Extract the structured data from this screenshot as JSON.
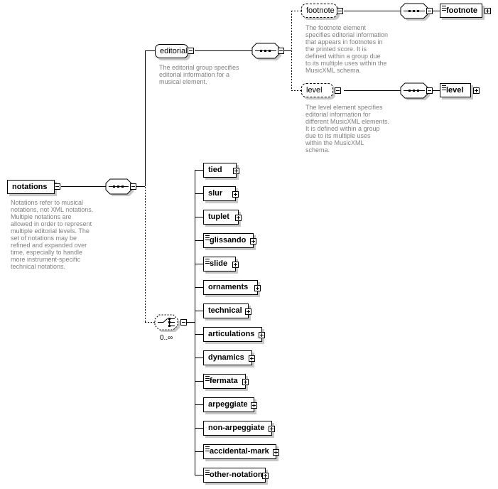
{
  "root": {
    "label": "notations",
    "doc": "Notations refer to musical\nnotations, not XML notations.\nMultiple notations are\nallowed in order to represent\nmultiple editorial levels. The\nset of notations may be\nrefined and expanded over\ntime, especially to handle\nmore instrument-specific\ntechnical notations."
  },
  "editorial": {
    "label": "editorial",
    "doc": "The editorial group specifies\neditorial information for a\nmusical element."
  },
  "footnote": {
    "label": "footnote",
    "doc": "The footnote element\nspecifies editorial information\nthat appears in footnotes in\nthe printed score. It is\ndefined within a group due\nto its multiple uses within the\nMusicXML schema.",
    "target": "footnote"
  },
  "level": {
    "label": "level",
    "doc": "The level element specifies\neditorial information for\ndifferent MusicXML elements.\nIt is defined within a group\ndue to its multiple uses\nwithin the MusicXML\nschema.",
    "target": "level"
  },
  "choice_cardinality": "0..∞",
  "children": [
    {
      "label": "tied"
    },
    {
      "label": "slur"
    },
    {
      "label": "tuplet"
    },
    {
      "label": "glissando"
    },
    {
      "label": "slide"
    },
    {
      "label": "ornaments"
    },
    {
      "label": "technical"
    },
    {
      "label": "articulations"
    },
    {
      "label": "dynamics"
    },
    {
      "label": "fermata"
    },
    {
      "label": "arpeggiate"
    },
    {
      "label": "non-arpeggiate"
    },
    {
      "label": "accidental-mark"
    },
    {
      "label": "other-notation"
    }
  ],
  "colors": {
    "line": "#000000",
    "shadow": "#c8c8c8",
    "doc_text": "#808080"
  }
}
